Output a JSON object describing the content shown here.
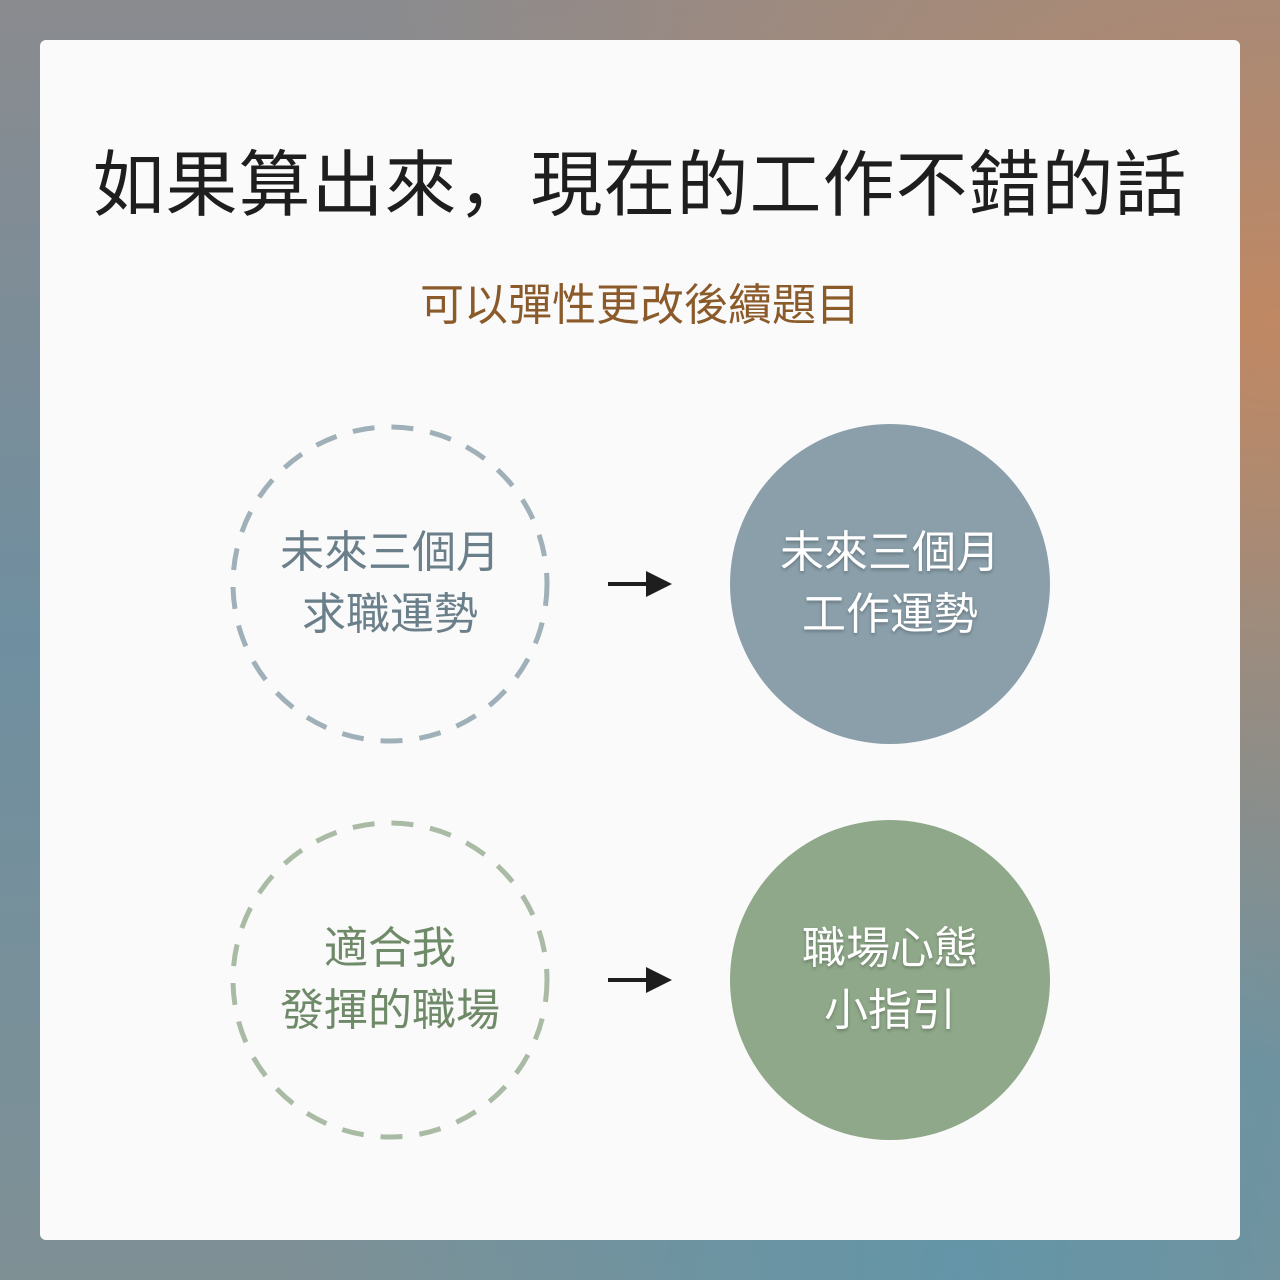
{
  "title": "如果算出來，現在的工作不錯的話",
  "subtitle": "可以彈性更改後續題目",
  "rows": [
    {
      "from_lines": [
        "未來三個月",
        "求職運勢"
      ],
      "to_lines": [
        "未來三個月",
        "工作運勢"
      ],
      "color": "#8a9faa",
      "dash_color": "#9fb0b8",
      "text_color": "#6a7f8a"
    },
    {
      "from_lines": [
        "適合我",
        "發揮的職場"
      ],
      "to_lines": [
        "職場心態",
        "小指引"
      ],
      "color": "#8fa889",
      "dash_color": "#a9bba4",
      "text_color": "#6f8a68"
    }
  ],
  "icons": {
    "arrow": "arrow-right-icon"
  }
}
